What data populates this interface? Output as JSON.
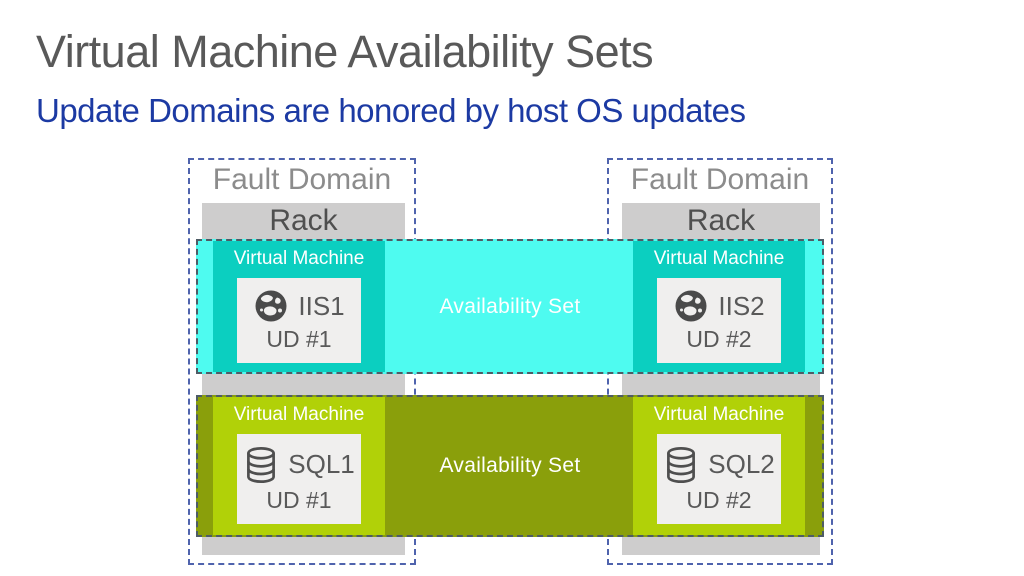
{
  "slide": {
    "title": "Virtual Machine Availability Sets",
    "subtitle": "Update Domains are honored by host OS updates"
  },
  "colors": {
    "title_gray": "#595959",
    "subtitle_blue": "#1c3aa3",
    "fault_domain_border_blue": "#4f63ad",
    "rack_gray": "#cecdcd",
    "availability_band_cyan": "#4efbf0",
    "vm_box_teal": "#0bcfc0",
    "availability_band_olive": "#8a9f0b",
    "vm_box_lime": "#b1d108",
    "dashed_border_dark": "#4e5c66",
    "inner_box_gray": "#f0efee"
  },
  "fault_domains": [
    {
      "label": "Fault Domain",
      "rack_label": "Rack"
    },
    {
      "label": "Fault Domain",
      "rack_label": "Rack"
    }
  ],
  "availability_sets": [
    {
      "label": "Availability Set",
      "vms": [
        {
          "title": "Virtual Machine",
          "icon": "globe-icon",
          "name": "IIS1",
          "update_domain": "UD #1"
        },
        {
          "title": "Virtual Machine",
          "icon": "globe-icon",
          "name": "IIS2",
          "update_domain": "UD #2"
        }
      ]
    },
    {
      "label": "Availability Set",
      "vms": [
        {
          "title": "Virtual Machine",
          "icon": "database-icon",
          "name": "SQL1",
          "update_domain": "UD #1"
        },
        {
          "title": "Virtual Machine",
          "icon": "database-icon",
          "name": "SQL2",
          "update_domain": "UD #2"
        }
      ]
    }
  ]
}
